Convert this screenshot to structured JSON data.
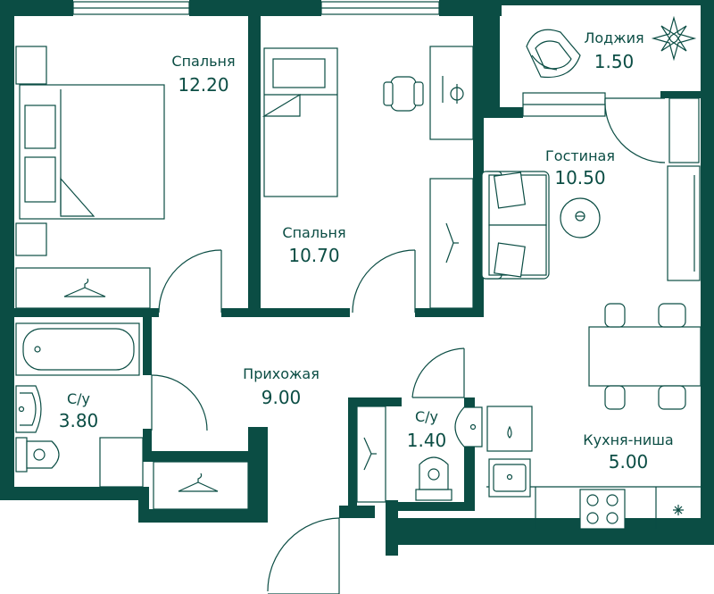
{
  "colors": {
    "wall": "#0b4d44",
    "background": "#ffffff"
  },
  "rooms": [
    {
      "id": "bedroom-1",
      "name": "Спальня",
      "area": "12.20"
    },
    {
      "id": "bedroom-2",
      "name": "Спальня",
      "area": "10.70"
    },
    {
      "id": "loggia",
      "name": "Лоджия",
      "area": "1.50"
    },
    {
      "id": "living-room",
      "name": "Гостиная",
      "area": "10.50"
    },
    {
      "id": "hallway",
      "name": "Прихожая",
      "area": "9.00"
    },
    {
      "id": "bathroom-1",
      "name": "С/у",
      "area": "3.80"
    },
    {
      "id": "bathroom-2",
      "name": "С/у",
      "area": "1.40"
    },
    {
      "id": "kitchen-niche",
      "name": "Кухня-ниша",
      "area": "5.00"
    }
  ],
  "icons": [
    "compass-rose-icon",
    "hanger-icon",
    "armchair-icon",
    "stove-icon",
    "sink-icon",
    "toilet-icon",
    "bathtub-icon",
    "bed-icon",
    "sofa-icon",
    "chair-icon"
  ]
}
